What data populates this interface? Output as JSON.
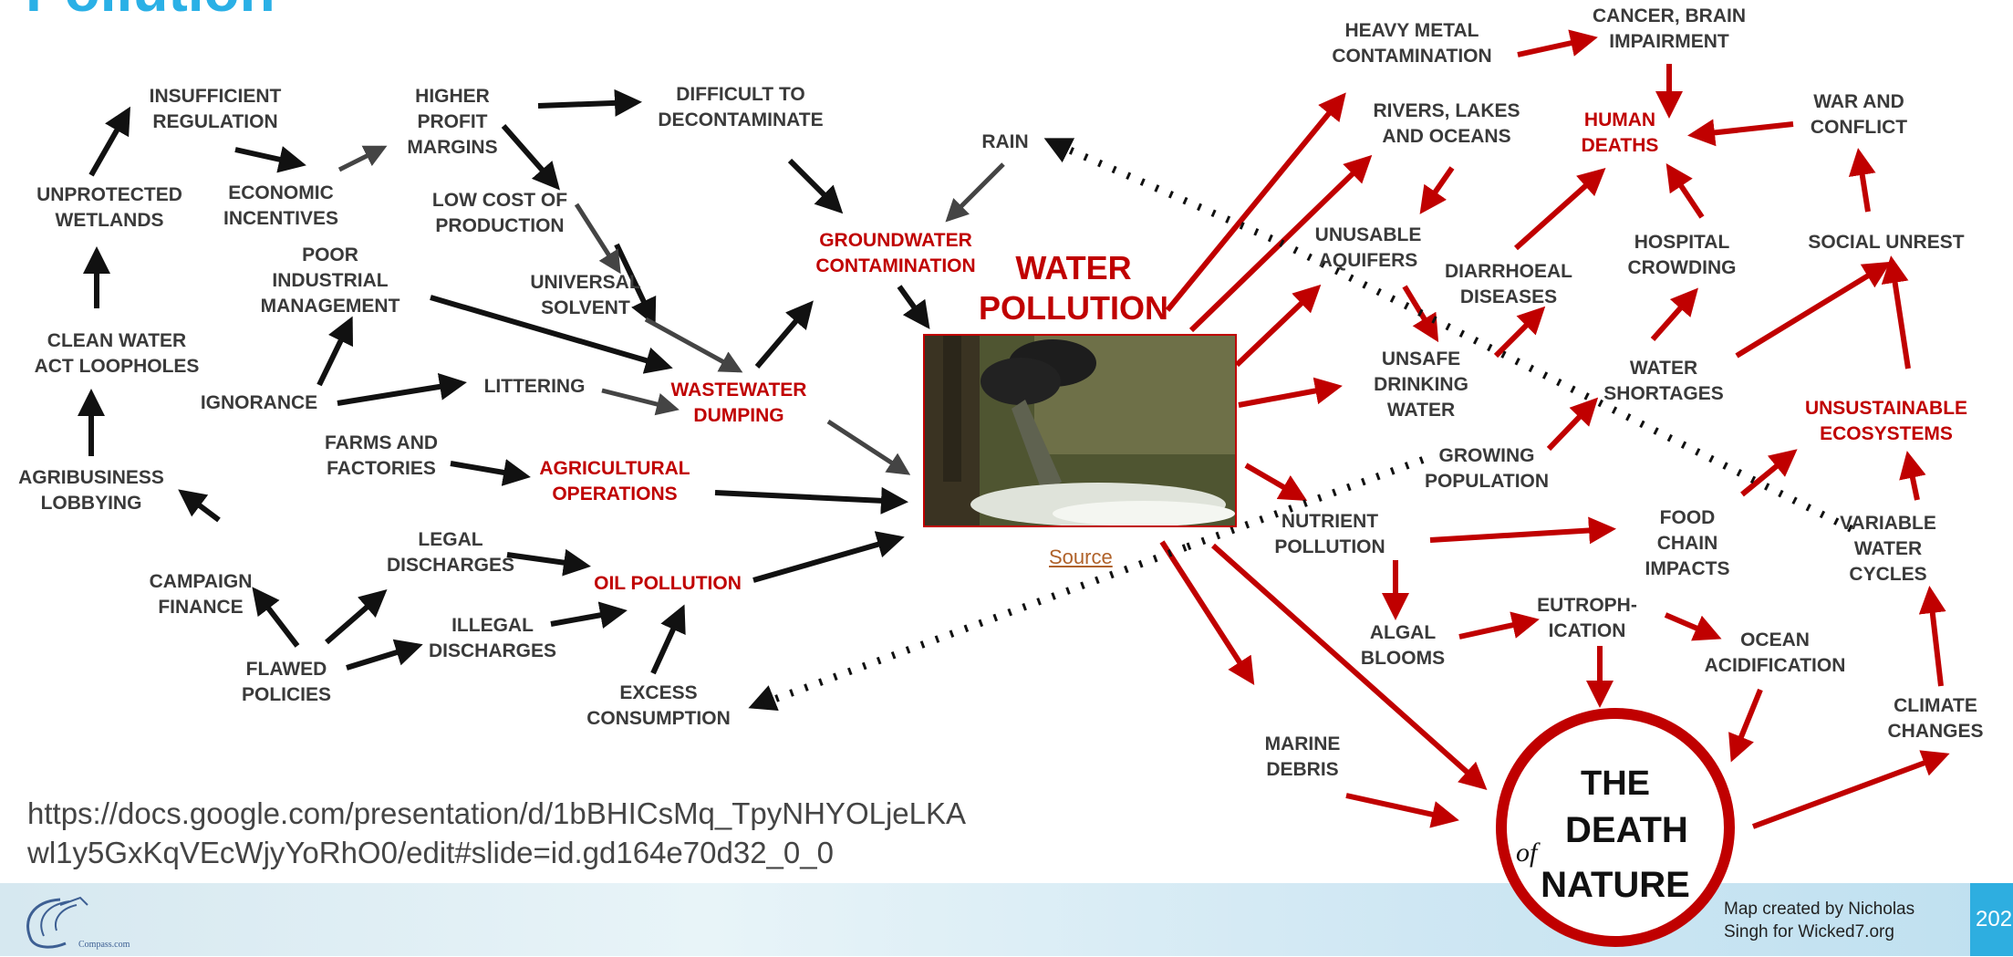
{
  "slide": {
    "title": "Pollution",
    "center_title": "WATER\nPOLLUTION",
    "source_link": "Source",
    "url": "https://docs.google.com/presentation/d/1bBHICsMq_TpyNHYOLjeLKA\nwl1y5GxKqVEcWjyYoRhO0/edit#slide=id.gd164e70d32_0_0",
    "credit": "Map created by Nicholas\nSingh for Wicked7.org",
    "page_number": "202",
    "death_badge": {
      "top": "THE",
      "of": "of",
      "middle": "DEATH",
      "bottom": "NATURE"
    },
    "logo_text": "Compass.com"
  },
  "colors": {
    "cause": "#3a3a3a",
    "effect": "#c00000",
    "title": "#2ab0e6",
    "page_badge": "#2eaee0"
  },
  "nodes": {
    "insufficient_regulation": "INSUFFICIENT\nREGULATION",
    "higher_profit_margins": "HIGHER\nPROFIT\nMARGINS",
    "difficult_to_decontaminate": "DIFFICULT TO\nDECONTAMINATE",
    "unprotected_wetlands": "UNPROTECTED\nWETLANDS",
    "economic_incentives": "ECONOMIC\nINCENTIVES",
    "low_cost_production": "LOW COST OF\nPRODUCTION",
    "poor_industrial_management": "POOR\nINDUSTRIAL\nMANAGEMENT",
    "universal_solvent": "UNIVERSAL\nSOLVENT",
    "rain": "RAIN",
    "groundwater_contamination": "GROUNDWATER\nCONTAMINATION",
    "clean_water_act": "CLEAN WATER\nACT LOOPHOLES",
    "ignorance": "IGNORANCE",
    "littering": "LITTERING",
    "wastewater_dumping": "WASTEWATER\nDUMPING",
    "agribusiness_lobbying": "AGRIBUSINESS\nLOBBYING",
    "farms_factories": "FARMS AND\nFACTORIES",
    "agricultural_operations": "AGRICULTURAL\nOPERATIONS",
    "legal_discharges": "LEGAL\nDISCHARGES",
    "campaign_finance": "CAMPAIGN\nFINANCE",
    "oil_pollution": "OIL POLLUTION",
    "illegal_discharges": "ILLEGAL\nDISCHARGES",
    "flawed_policies": "FLAWED\nPOLICIES",
    "excess_consumption": "EXCESS\nCONSUMPTION",
    "heavy_metal": "HEAVY METAL\nCONTAMINATION",
    "cancer_brain": "CANCER, BRAIN\nIMPAIRMENT",
    "rivers_lakes": "RIVERS, LAKES\nAND OCEANS",
    "human_deaths": "HUMAN\nDEATHS",
    "war_conflict": "WAR AND\nCONFLICT",
    "unusable_aquifers": "UNUSABLE\nAQUIFERS",
    "diarrhoeal": "DIARRHOEAL\nDISEASES",
    "hospital_crowding": "HOSPITAL\nCROWDING",
    "social_unrest": "SOCIAL UNREST",
    "unsafe_water": "UNSAFE\nDRINKING\nWATER",
    "water_shortages": "WATER\nSHORTAGES",
    "unsustainable": "UNSUSTAINABLE\nECOSYSTEMS",
    "growing_population": "GROWING\nPOPULATION",
    "nutrient_pollution": "NUTRIENT\nPOLLUTION",
    "food_chain": "FOOD\nCHAIN\nIMPACTS",
    "variable_cycles": "VARIABLE\nWATER\nCYCLES",
    "eutrophication": "EUTROPH-\nICATION",
    "algal_blooms": "ALGAL\nBLOOMS",
    "ocean_acidification": "OCEAN\nACIDIFICATION",
    "marine_debris": "MARINE\nDEBRIS",
    "climate_changes": "CLIMATE\nCHANGES"
  }
}
